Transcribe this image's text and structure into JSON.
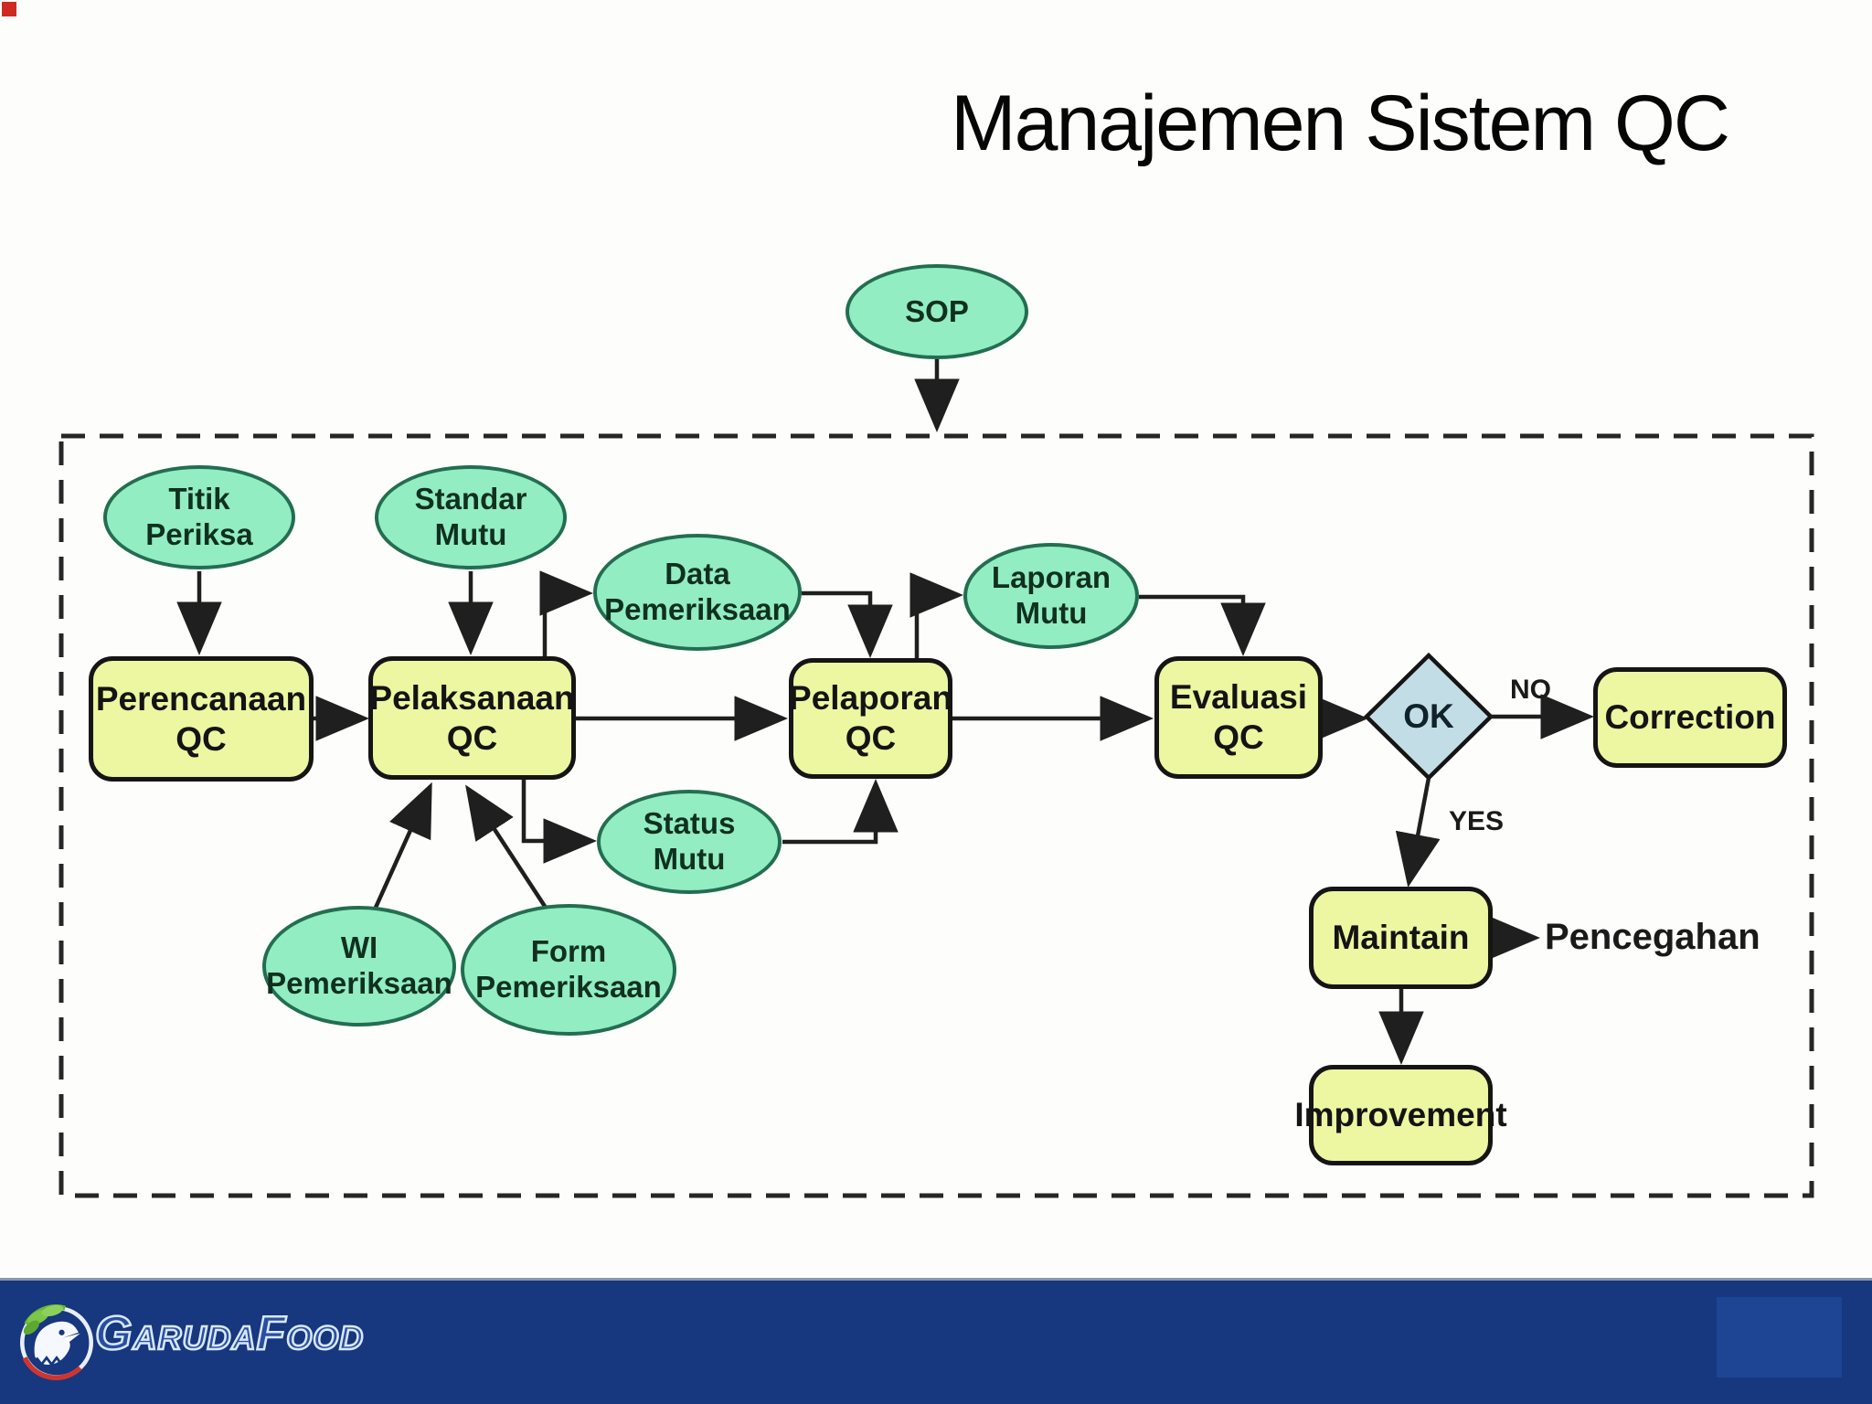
{
  "slide": {
    "title": "Manajemen Sistem QC"
  },
  "diagram": {
    "ellipses": [
      {
        "id": "sop",
        "label": "SOP"
      },
      {
        "id": "titik-periksa",
        "label": "Titik\nPeriksa"
      },
      {
        "id": "standar-mutu",
        "label": "Standar\nMutu"
      },
      {
        "id": "data-pemeriksaan",
        "label": "Data\nPemeriksaan"
      },
      {
        "id": "laporan-mutu",
        "label": "Laporan\nMutu"
      },
      {
        "id": "status-mutu",
        "label": "Status\nMutu"
      },
      {
        "id": "wi-pemeriksaan",
        "label": "WI\nPemeriksaan"
      },
      {
        "id": "form-pemeriksaan",
        "label": "Form\nPemeriksaan"
      }
    ],
    "processes": [
      {
        "id": "perencanaan-qc",
        "label": "Perencanaan\nQC"
      },
      {
        "id": "pelaksanaan-qc",
        "label": "Pelaksanaan\nQC"
      },
      {
        "id": "pelaporan-qc",
        "label": "Pelaporan\nQC"
      },
      {
        "id": "evaluasi-qc",
        "label": "Evaluasi\nQC"
      },
      {
        "id": "correction",
        "label": "Correction"
      },
      {
        "id": "maintain",
        "label": "Maintain"
      },
      {
        "id": "improvement",
        "label": "Improvement"
      }
    ],
    "decision": {
      "id": "ok",
      "label": "OK"
    },
    "edge_labels": {
      "no": "NO",
      "yes": "YES",
      "pencegahan": "Pencegahan"
    }
  },
  "footer": {
    "brand": "GarudaFood",
    "logo": "garudafood-eagle-logo"
  },
  "colors": {
    "ellipse_fill": "#92edc2",
    "ellipse_border": "#236e51",
    "process_fill": "#edf6a1",
    "decision_fill": "#c3dde6",
    "footer_bg": "#17377e",
    "footer_accent": "#1d4593",
    "line": "#1f1f1f"
  }
}
